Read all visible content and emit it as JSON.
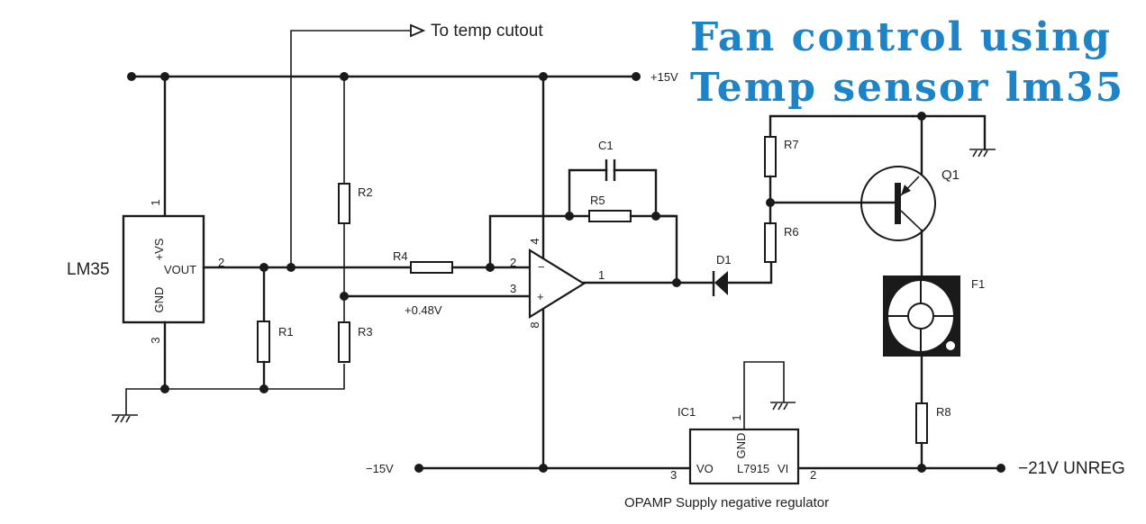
{
  "title": {
    "line1": "Fan control using",
    "line2": "Temp sensor lm35",
    "color": "#1e84c8"
  },
  "rails": {
    "positive": "+15V",
    "negative": "−15V",
    "unregulated": "−21V UNREG",
    "reference_voltage": "+0.48V"
  },
  "outputs": {
    "temp_cutout": "To temp cutout"
  },
  "components": {
    "sensor": {
      "name": "LM35",
      "pin_vs": "+VS",
      "pin_vout": "VOUT",
      "pin_gnd": "GND",
      "pin1": "1",
      "pin2": "2",
      "pin3": "3"
    },
    "resistors": [
      "R1",
      "R2",
      "R3",
      "R4",
      "R5",
      "R6",
      "R7",
      "R8"
    ],
    "capacitor": "C1",
    "diode": "D1",
    "transistor": "Q1",
    "fan": "F1",
    "opamp": {
      "pin_inv": "2",
      "pin_noninv": "3",
      "pin_out": "1",
      "pin_vpos": "4",
      "pin_vneg": "8",
      "minus_sign": "−",
      "plus_sign": "+"
    },
    "regulator": {
      "ref": "IC1",
      "part": "L7915",
      "pin_vo": "VO",
      "pin_vi": "VI",
      "pin_gnd": "GND",
      "pin1": "1",
      "pin2": "2",
      "pin3": "3",
      "caption": "OPAMP Supply negative regulator"
    }
  }
}
